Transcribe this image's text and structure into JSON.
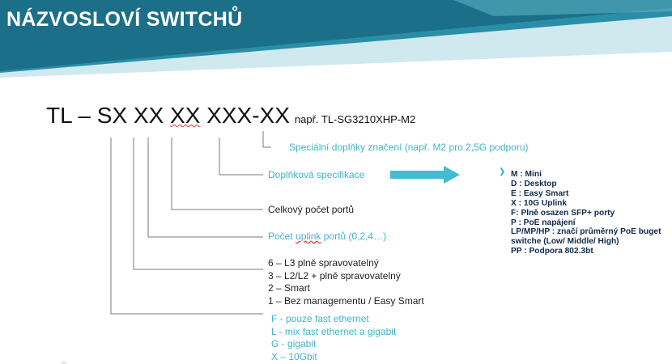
{
  "title": "NÁZVOSLOVÍ SWITCHŮ",
  "pattern": {
    "prefix": "TL – SX XX ",
    "squiggle": "XX",
    "rest": " XXX-XX",
    "example": "např. TL-SG3210XHP-M2"
  },
  "labels": {
    "special": "Speciální doplňky značení (např. M2 pro 2,5G podporu)",
    "additional": "Doplňková specifikace",
    "total_ports": "Celkový počet portů",
    "uplink_prefix": "Počet ",
    "uplink_word": "uplink",
    "uplink_suffix": " portů (0,2,4…)"
  },
  "management_list": [
    "6 – L3 plně spravovatelný",
    "3 – L2/L2 + plně spravovatelný",
    "2 – Smart",
    "1 – Bez managementu / Easy Smart"
  ],
  "speed_list": [
    "F - pouze fast ethernet",
    "L - mix fast ethernet a gigabit",
    "G - gigabit",
    "X – 10Gbit"
  ],
  "spec_codes": [
    "M : Mini",
    "D : Desktop",
    "E : Easy Smart",
    "X : 10G Uplink",
    "F: Plně osazen SFP+ porty",
    "P : PoE napájení",
    "LP/MP/HP : značí průměrný PoE buget",
    "switche (Low/ Middle/ High)",
    "PP : Podpora 802.3bt"
  ],
  "colors": {
    "banner_dark": "#1b6f88",
    "banner_mid": "#2a8ea8",
    "banner_light": "#cfe9ef",
    "accent_teal": "#3fb4cb",
    "arrow": "#41bcd3",
    "code_text": "#102a4a",
    "connector_line": "#7a7a7a"
  },
  "icons": {
    "bullet": "chevron-right-icon",
    "arrow": "right-arrow-icon"
  }
}
